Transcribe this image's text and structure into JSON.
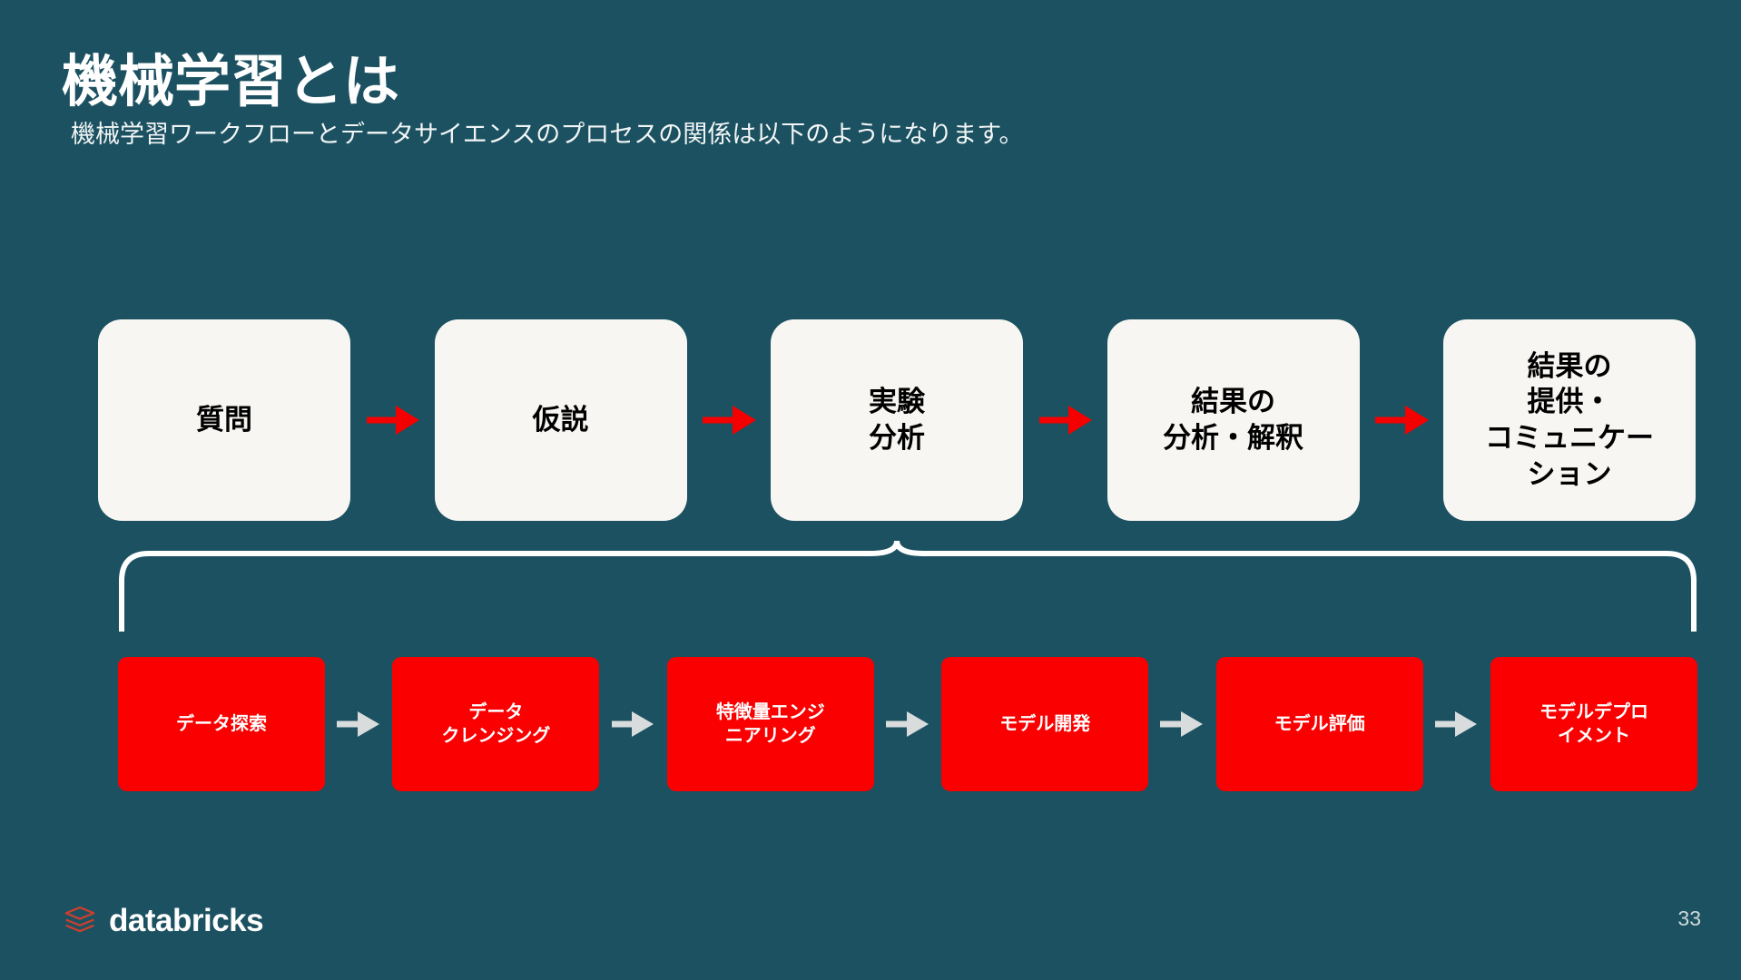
{
  "slide": {
    "title": "機械学習とは",
    "subtitle": "機械学習ワークフローとデータサイエンスのプロセスの関係は以下のようになります。",
    "background_color": "#1b5161"
  },
  "science_process": {
    "accent_color": "#f50000",
    "node_bg": "#f7f6f2",
    "node_text_color": "#000000",
    "nodes": [
      {
        "label": "質問"
      },
      {
        "label": "仮説"
      },
      {
        "label": "実験\n分析"
      },
      {
        "label": "結果の\n分析・解釈"
      },
      {
        "label": "結果の\n提供・\nコミュニケー\nション"
      }
    ],
    "arrow_icon": "arrow-right-icon"
  },
  "ml_workflow": {
    "accent_color": "#fa0000",
    "node_text_color": "#ffffff",
    "arrow_color": "#d8dcdd",
    "nodes": [
      {
        "label": "データ探索"
      },
      {
        "label": "データ\nクレンジング"
      },
      {
        "label": "特徴量エンジ\nニアリング"
      },
      {
        "label": "モデル開発"
      },
      {
        "label": "モデル評価"
      },
      {
        "label": "モデルデプロ\nイメント"
      }
    ],
    "arrow_icon": "arrow-right-icon",
    "brace_icon": "curly-brace-icon"
  },
  "footer": {
    "logo_icon": "databricks-logo-icon",
    "brand": "databricks",
    "brand_color": "#ffffff",
    "logo_mark_color": "#c8402f",
    "page_number": "33"
  }
}
